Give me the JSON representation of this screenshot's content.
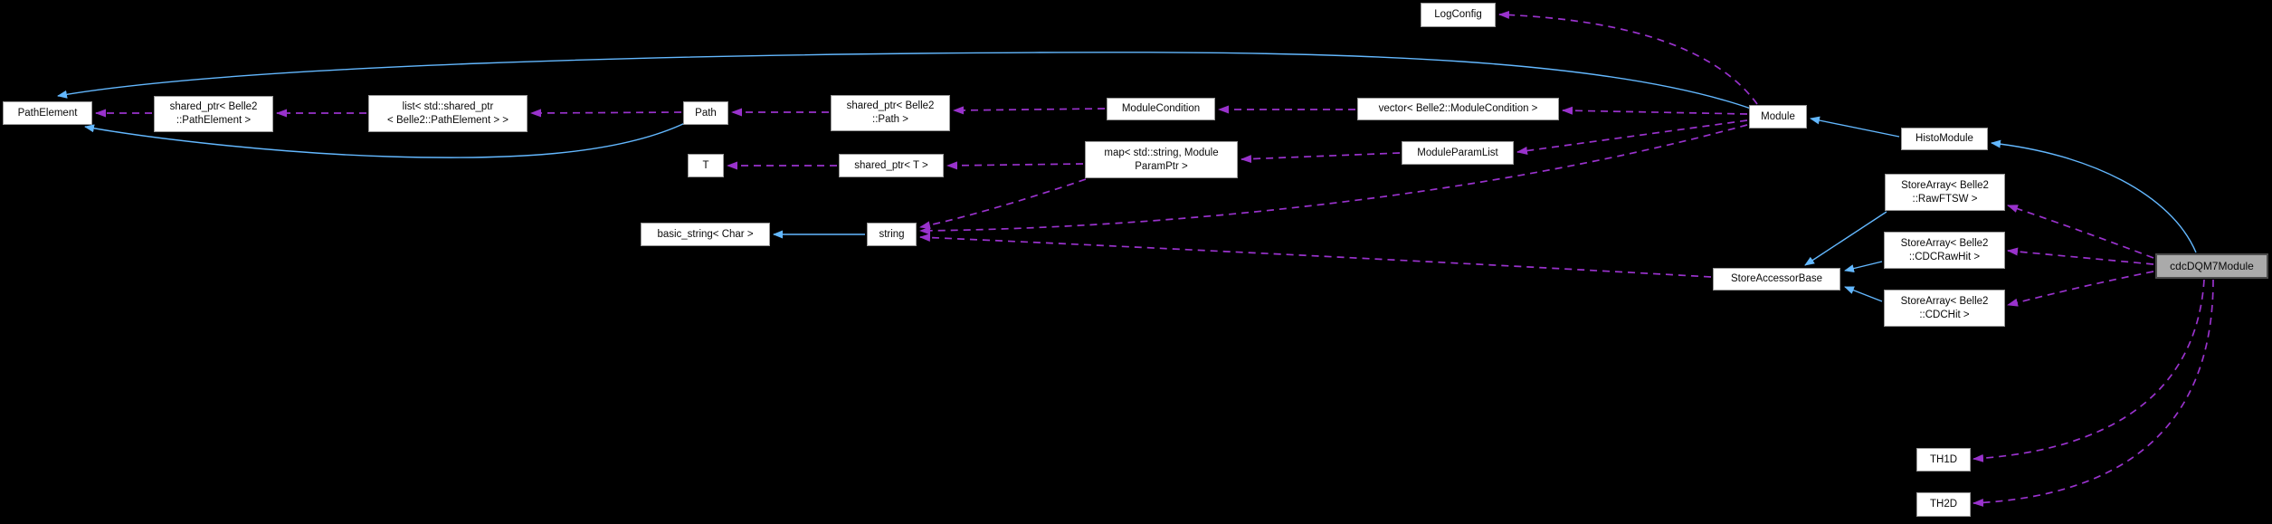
{
  "diagram": {
    "kind": "collaboration-graph",
    "main_class": "cdcDQM7Module"
  },
  "colors": {
    "background": "#000000",
    "node_fill": "#ffffff",
    "node_border": "#9a9a9a",
    "node_text": "#0a0a0a",
    "main_node_fill": "#aaaaaa",
    "main_node_border": "#4c4c4c",
    "edge_inherit": "#63b8ff",
    "edge_use": "#9932cc"
  },
  "nodes": {
    "pathElement": {
      "lines": [
        "PathElement"
      ]
    },
    "sharedPtrPathElement": {
      "lines": [
        "shared_ptr< Belle2",
        "::PathElement >"
      ]
    },
    "listSharedPtrPathElement": {
      "lines": [
        "list< std::shared_ptr",
        "< Belle2::PathElement > >"
      ]
    },
    "path": {
      "lines": [
        "Path"
      ]
    },
    "sharedPtrPath": {
      "lines": [
        "shared_ptr< Belle2",
        "::Path >"
      ]
    },
    "t": {
      "lines": [
        "T"
      ]
    },
    "sharedPtrT": {
      "lines": [
        "shared_ptr< T >"
      ]
    },
    "basicString": {
      "lines": [
        "basic_string< Char >"
      ]
    },
    "string": {
      "lines": [
        "string"
      ]
    },
    "moduleCondition": {
      "lines": [
        "ModuleCondition"
      ]
    },
    "mapStringModuleParamPtr": {
      "lines": [
        "map< std::string, Module",
        "ParamPtr >"
      ]
    },
    "vectorModuleCondition": {
      "lines": [
        "vector< Belle2::ModuleCondition >"
      ]
    },
    "moduleParamList": {
      "lines": [
        "ModuleParamList"
      ]
    },
    "logConfig": {
      "lines": [
        "LogConfig"
      ]
    },
    "module": {
      "lines": [
        "Module"
      ]
    },
    "histoModule": {
      "lines": [
        "HistoModule"
      ]
    },
    "storeArrayRawFTSW": {
      "lines": [
        "StoreArray< Belle2",
        "::RawFTSW >"
      ]
    },
    "storeArrayCDCRawHit": {
      "lines": [
        "StoreArray< Belle2",
        "::CDCRawHit >"
      ]
    },
    "storeArrayCDCHit": {
      "lines": [
        "StoreArray< Belle2",
        "::CDCHit >"
      ]
    },
    "storeAccessorBase": {
      "lines": [
        "StoreAccessorBase"
      ]
    },
    "cdcDQM7Module": {
      "lines": [
        "cdcDQM7Module"
      ]
    },
    "th1d": {
      "lines": [
        "TH1D"
      ]
    },
    "th2d": {
      "lines": [
        "TH2D"
      ]
    }
  },
  "edges": [
    {
      "from": "Module",
      "to": "PathElement",
      "relation": "inherits"
    },
    {
      "from": "Path",
      "to": "PathElement",
      "relation": "inherits"
    },
    {
      "from": "string",
      "to": "basic_string< Char >",
      "relation": "inherits"
    },
    {
      "from": "HistoModule",
      "to": "Module",
      "relation": "inherits"
    },
    {
      "from": "cdcDQM7Module",
      "to": "HistoModule",
      "relation": "inherits"
    },
    {
      "from": "StoreArray< Belle2::RawFTSW >",
      "to": "StoreAccessorBase",
      "relation": "inherits"
    },
    {
      "from": "StoreArray< Belle2::CDCRawHit >",
      "to": "StoreAccessorBase",
      "relation": "inherits"
    },
    {
      "from": "StoreArray< Belle2::CDCHit >",
      "to": "StoreAccessorBase",
      "relation": "inherits"
    },
    {
      "from": "shared_ptr< Belle2::PathElement >",
      "to": "PathElement",
      "relation": "uses"
    },
    {
      "from": "list< std::shared_ptr< Belle2::PathElement > >",
      "to": "shared_ptr< Belle2::PathElement >",
      "relation": "uses"
    },
    {
      "from": "Path",
      "to": "list< std::shared_ptr< Belle2::PathElement > >",
      "relation": "uses"
    },
    {
      "from": "shared_ptr< Belle2::Path >",
      "to": "Path",
      "relation": "uses"
    },
    {
      "from": "ModuleCondition",
      "to": "shared_ptr< Belle2::Path >",
      "relation": "uses"
    },
    {
      "from": "vector< Belle2::ModuleCondition >",
      "to": "ModuleCondition",
      "relation": "uses"
    },
    {
      "from": "Module",
      "to": "vector< Belle2::ModuleCondition >",
      "relation": "uses"
    },
    {
      "from": "shared_ptr< T >",
      "to": "T",
      "relation": "uses"
    },
    {
      "from": "map< std::string, ModuleParamPtr >",
      "to": "shared_ptr< T >",
      "relation": "uses"
    },
    {
      "from": "ModuleParamList",
      "to": "map< std::string, ModuleParamPtr >",
      "relation": "uses"
    },
    {
      "from": "Module",
      "to": "ModuleParamList",
      "relation": "uses"
    },
    {
      "from": "Module",
      "to": "LogConfig",
      "relation": "uses"
    },
    {
      "from": "Module",
      "to": "string",
      "relation": "uses"
    },
    {
      "from": "map< std::string, ModuleParamPtr >",
      "to": "string",
      "relation": "uses"
    },
    {
      "from": "StoreAccessorBase",
      "to": "string",
      "relation": "uses"
    },
    {
      "from": "cdcDQM7Module",
      "to": "StoreArray< Belle2::RawFTSW >",
      "relation": "uses"
    },
    {
      "from": "cdcDQM7Module",
      "to": "StoreArray< Belle2::CDCRawHit >",
      "relation": "uses"
    },
    {
      "from": "cdcDQM7Module",
      "to": "StoreArray< Belle2::CDCHit >",
      "relation": "uses"
    },
    {
      "from": "cdcDQM7Module",
      "to": "TH1D",
      "relation": "uses"
    },
    {
      "from": "cdcDQM7Module",
      "to": "TH2D",
      "relation": "uses"
    }
  ]
}
